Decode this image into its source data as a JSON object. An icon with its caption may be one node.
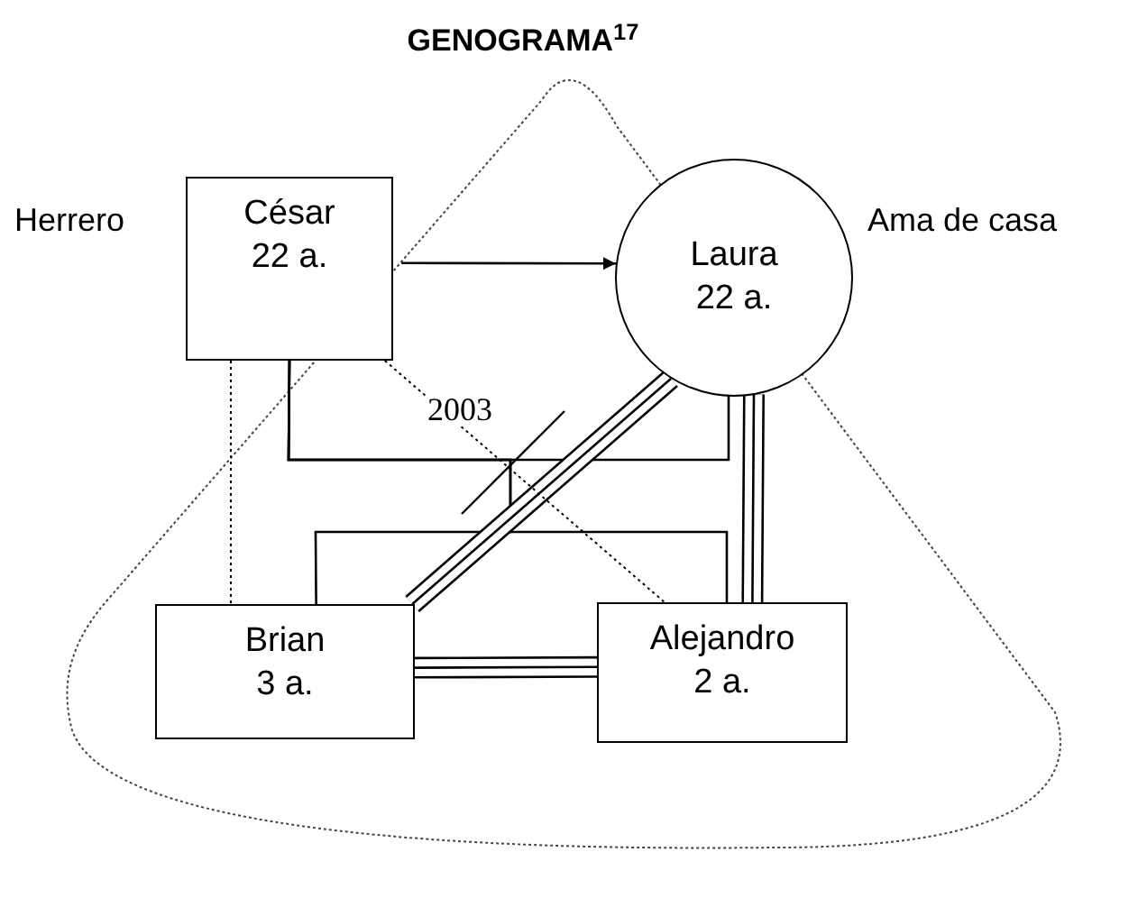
{
  "diagram": {
    "title": "GENOGRAMA$^{17}$",
    "nodes": [
      {
        "text": [
          "César",
          "22 a."
        ],
        "beside": [
          "Herrero"
        ]
      },
      {
        "text": [
          "Laura",
          "22 a."
        ],
        "beside": [
          "Ama de casa"
        ]
      },
      {
        "text": [
          "Brian",
          "3 a."
        ]
      },
      {
        "text": [
          "Alejandro",
          "2 a."
        ]
      }
    ],
    "edges": [
      {
        "from": 0,
        "to": 1,
        "arrow": "to"
      },
      {
        "from": 0,
        "to": 1,
        "arrow": "none",
        "label": "2003"
      },
      {
        "from": 0,
        "to": 2,
        "arrow": "none"
      },
      {
        "from": 0,
        "to": 3,
        "arrow": "none"
      },
      {
        "from": 1,
        "to": 2,
        "arrow": "none",
        "style": "thick"
      },
      {
        "from": 1,
        "to": 3,
        "arrow": "none",
        "style": "thick"
      },
      {
        "from": 2,
        "to": 3,
        "arrow": "none",
        "style": "thick"
      },
      {
        "from": 0,
        "to": 2,
        "arrow": "none",
        "style": "dashed"
      },
      {
        "from": 0,
        "to": 3,
        "arrow": "none",
        "style": "dashed"
      }
    ]
  }
}
